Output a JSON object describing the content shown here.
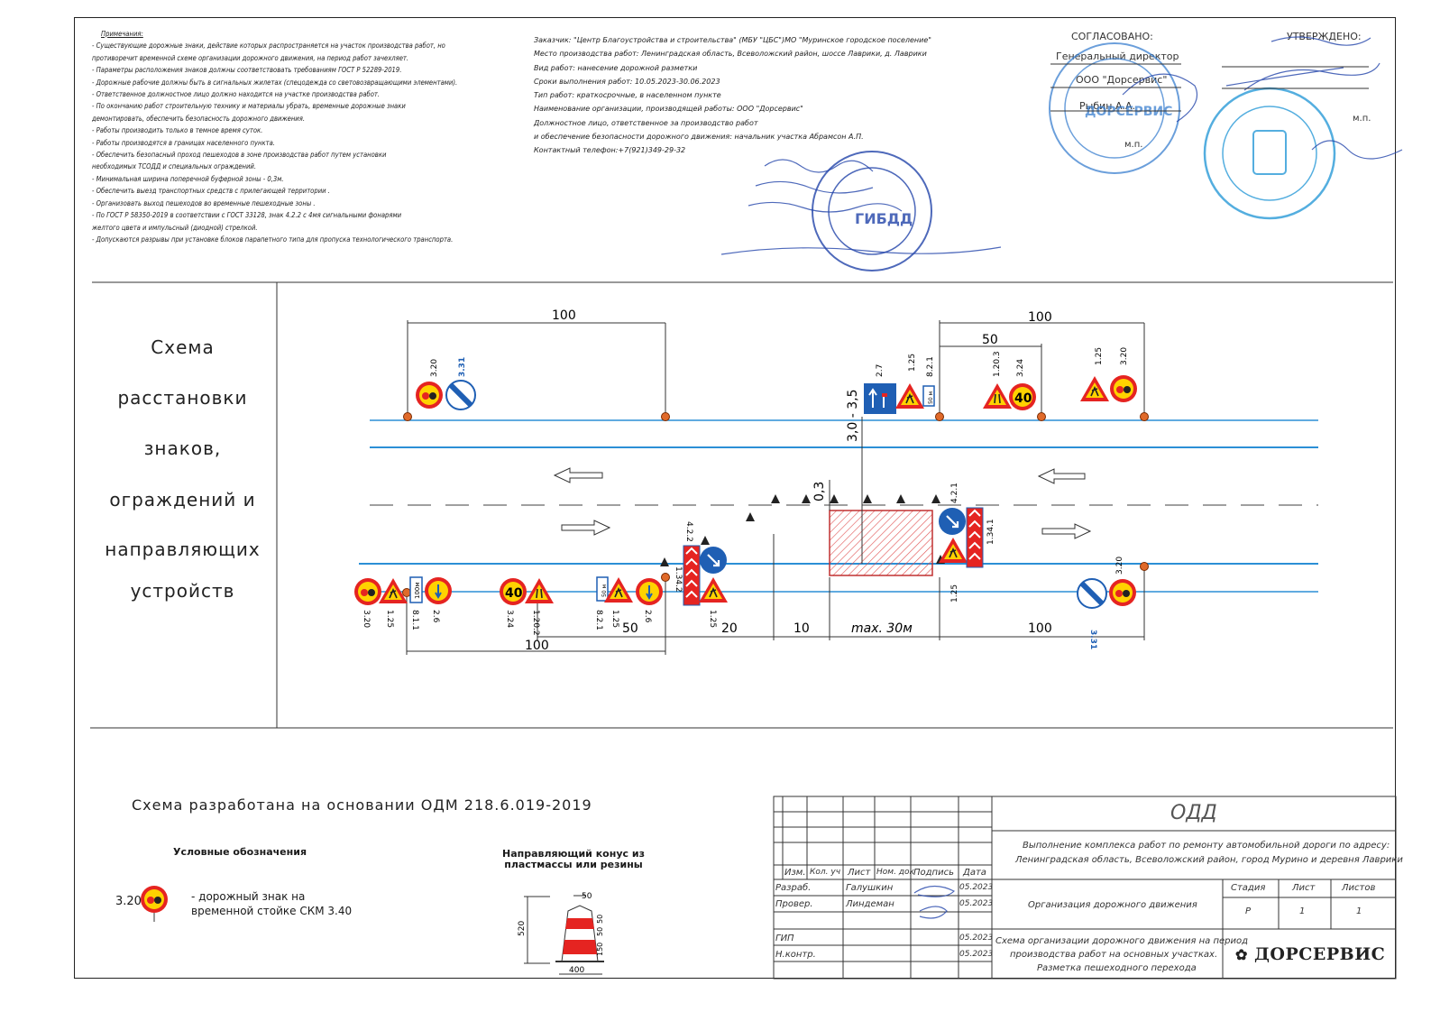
{
  "notes": {
    "title": "Примечания:",
    "lines": [
      "- Существующие дорожные знаки, действие которых распространяется на участок производства работ, но",
      "противоречит временной схеме организации дорожного движения, на период работ зачехляет.",
      "- Параметры расположения знаков должны соответствовать требованиям ГОСТ Р 52289-2019.",
      "- Дорожные рабочие должны быть в сигнальных жилетах (спецодежда со световозвращающими элементами).",
      "- Ответственное должностное лицо должно находится на участке производства работ.",
      "- По окончанию работ строительную технику и материалы убрать, временные дорожные знаки",
      "демонтировать, обеспечить безопасность дорожного движения.",
      "- Работы производить только в темное время суток.",
      "- Работы производятся в границах населенного пункта.",
      "- Обеспечить безопасный проход пешеходов в зоне производства работ путем установки",
      "необходимых ТСОДД и специальных ограждений.",
      "- Минимальная ширина поперечной буферной зоны - 0,3м.",
      "- Обеспечить выезд транспортных средств с прилегающей территории .",
      "- Организовать выход пешеходов во временные пешеходные зоны .",
      "- По ГОСТ Р 58350-2019 в соответствии с ГОСТ 33128, знак 4.2.2 с 4мя сигнальными фонарями",
      "желтого цвета и импульсный (диодной) стрелкой.",
      "- Допускаются разрывы при установке блоков парапетного типа для пропуска технологического транспорта."
    ]
  },
  "info": [
    "Заказчик: \"Центр Благоустройства и строительства\" (МБУ \"ЦБС\")МО \"Муринское городское поселение\"",
    "Место производства работ: Ленинградская область, Всеволожский район, шоссе Лаврики, д. Лаврики",
    "Вид работ: нанесение дорожной разметки",
    "Сроки выполнения работ: 10.05.2023-30.06.2023",
    "Тип работ: краткосрочные, в населенном пункте",
    "Наименование организации, производящей работы: ООО \"Дорсервис\"",
    "Должностное лицо, ответственное за производство работ",
    "и обеспечение безопасности дорожного движения: начальник участка Абрамсон А.П.",
    "Контактный телефон:+7(921)349-29-32"
  ],
  "approval": {
    "agreed": "СОГЛАСОВАНО:",
    "position": "Генеральный директор",
    "company": "ООО \"Дорсервис\"",
    "person": "Рыбин А.А.",
    "mp1": "м.п.",
    "approved": "УТВЕРЖДЕНО:",
    "mp2": "м.п."
  },
  "scheme_title": [
    "Схема",
    "расстановки",
    "знаков,",
    "ограждений и",
    "направляющих",
    "устройств"
  ],
  "dimensions": {
    "top_left": "100",
    "top_right_outer": "100",
    "top_right_inner": "50",
    "lane_width": "3,0 - 3,5",
    "buffer": "0,3",
    "bottom_left_total": "100",
    "bottom_50": "50",
    "bottom_20": "20",
    "bottom_10": "10",
    "bottom_max": "max. 30м",
    "bottom_right": "100"
  },
  "sign_codes": {
    "tl_320": "3.20",
    "tl_331": "3.31",
    "tr_27": "2.7",
    "tr_125": "1.25",
    "tr_821": "8.2.1",
    "tr_1203": "1.20.3",
    "tr_324": "3.24",
    "tr_125b": "1.25",
    "tr_320": "3.20",
    "mid_421": "4.2.1",
    "mid_1341": "1.34.1",
    "mid_125": "1.25",
    "br_320": "3.20",
    "br_331": "3.31",
    "bl_320": "3.20",
    "bl_125": "1.25",
    "bl_811": "8.1.1",
    "bl_26": "2.6",
    "bl_324": "3.24",
    "bl_1202": "1.20.2",
    "bl_125b": "1.25",
    "bl_821": "8.2.1",
    "bl_26b": "2.6",
    "bl_422": "4.2.2",
    "bl_1342": "1.34.2",
    "bl_125c": "1.25"
  },
  "sign_texts": {
    "speed": "40",
    "dist_100": "100м",
    "dist_50": "50 м"
  },
  "basis": "Схема разработана на основании ОДМ 218.6.019-2019",
  "legend": {
    "title": "Условные обозначения",
    "code": "3.20",
    "line1": "- дорожный знак на",
    "line2": "временной стойке СКМ 3.40"
  },
  "cone": {
    "title1": "Направляющий конус из",
    "title2": "пластмассы или резины",
    "top": "50",
    "height": "520",
    "stripe_a": "150",
    "stripe_b": "50",
    "stripe_c": "50",
    "base": "400"
  },
  "title_block": {
    "doc": "ОДД",
    "object1": "Выполнение комплекса работ по ремонту автомобильной дороги по адресу:",
    "object2": "Ленинградская область, Всеволожский район, город Мурино и деревня Лаврики",
    "h_izm": "Изм.",
    "h_kol": "Кол. уч",
    "h_list": "Лист",
    "h_nom": "Ном. док",
    "h_podp": "Подпись",
    "h_data": "Дата",
    "razrab": "Разраб.",
    "razrab_name": "Галушкин",
    "razrab_date": "05.2023",
    "prover": "Провер.",
    "prover_name": "Линдеман",
    "prover_date": "05.2023",
    "gip": "ГИП",
    "gip_date": "05.2023",
    "nkontr": "Н.контр.",
    "nkontr_date": "05.2023",
    "stage_h": "Стадия",
    "sheet_h": "Лист",
    "sheets_h": "Листов",
    "stage": "Р",
    "sheet": "1",
    "sheets": "1",
    "subject": "Организация дорожного движения",
    "desc1": "Схема организации дорожного движения на период",
    "desc2": "производства работ на основных участках.",
    "desc3": "Разметка пешеходного перехода",
    "company": "ДОРСЕРВИС"
  },
  "colors": {
    "sign_red": "#e52421",
    "sign_yellow": "#ffd200",
    "sign_blue": "#1f5fb4",
    "road_blue": "#2b8fd6",
    "stamp_blue": "#3a7fcf",
    "pole": "#e06a2a"
  }
}
